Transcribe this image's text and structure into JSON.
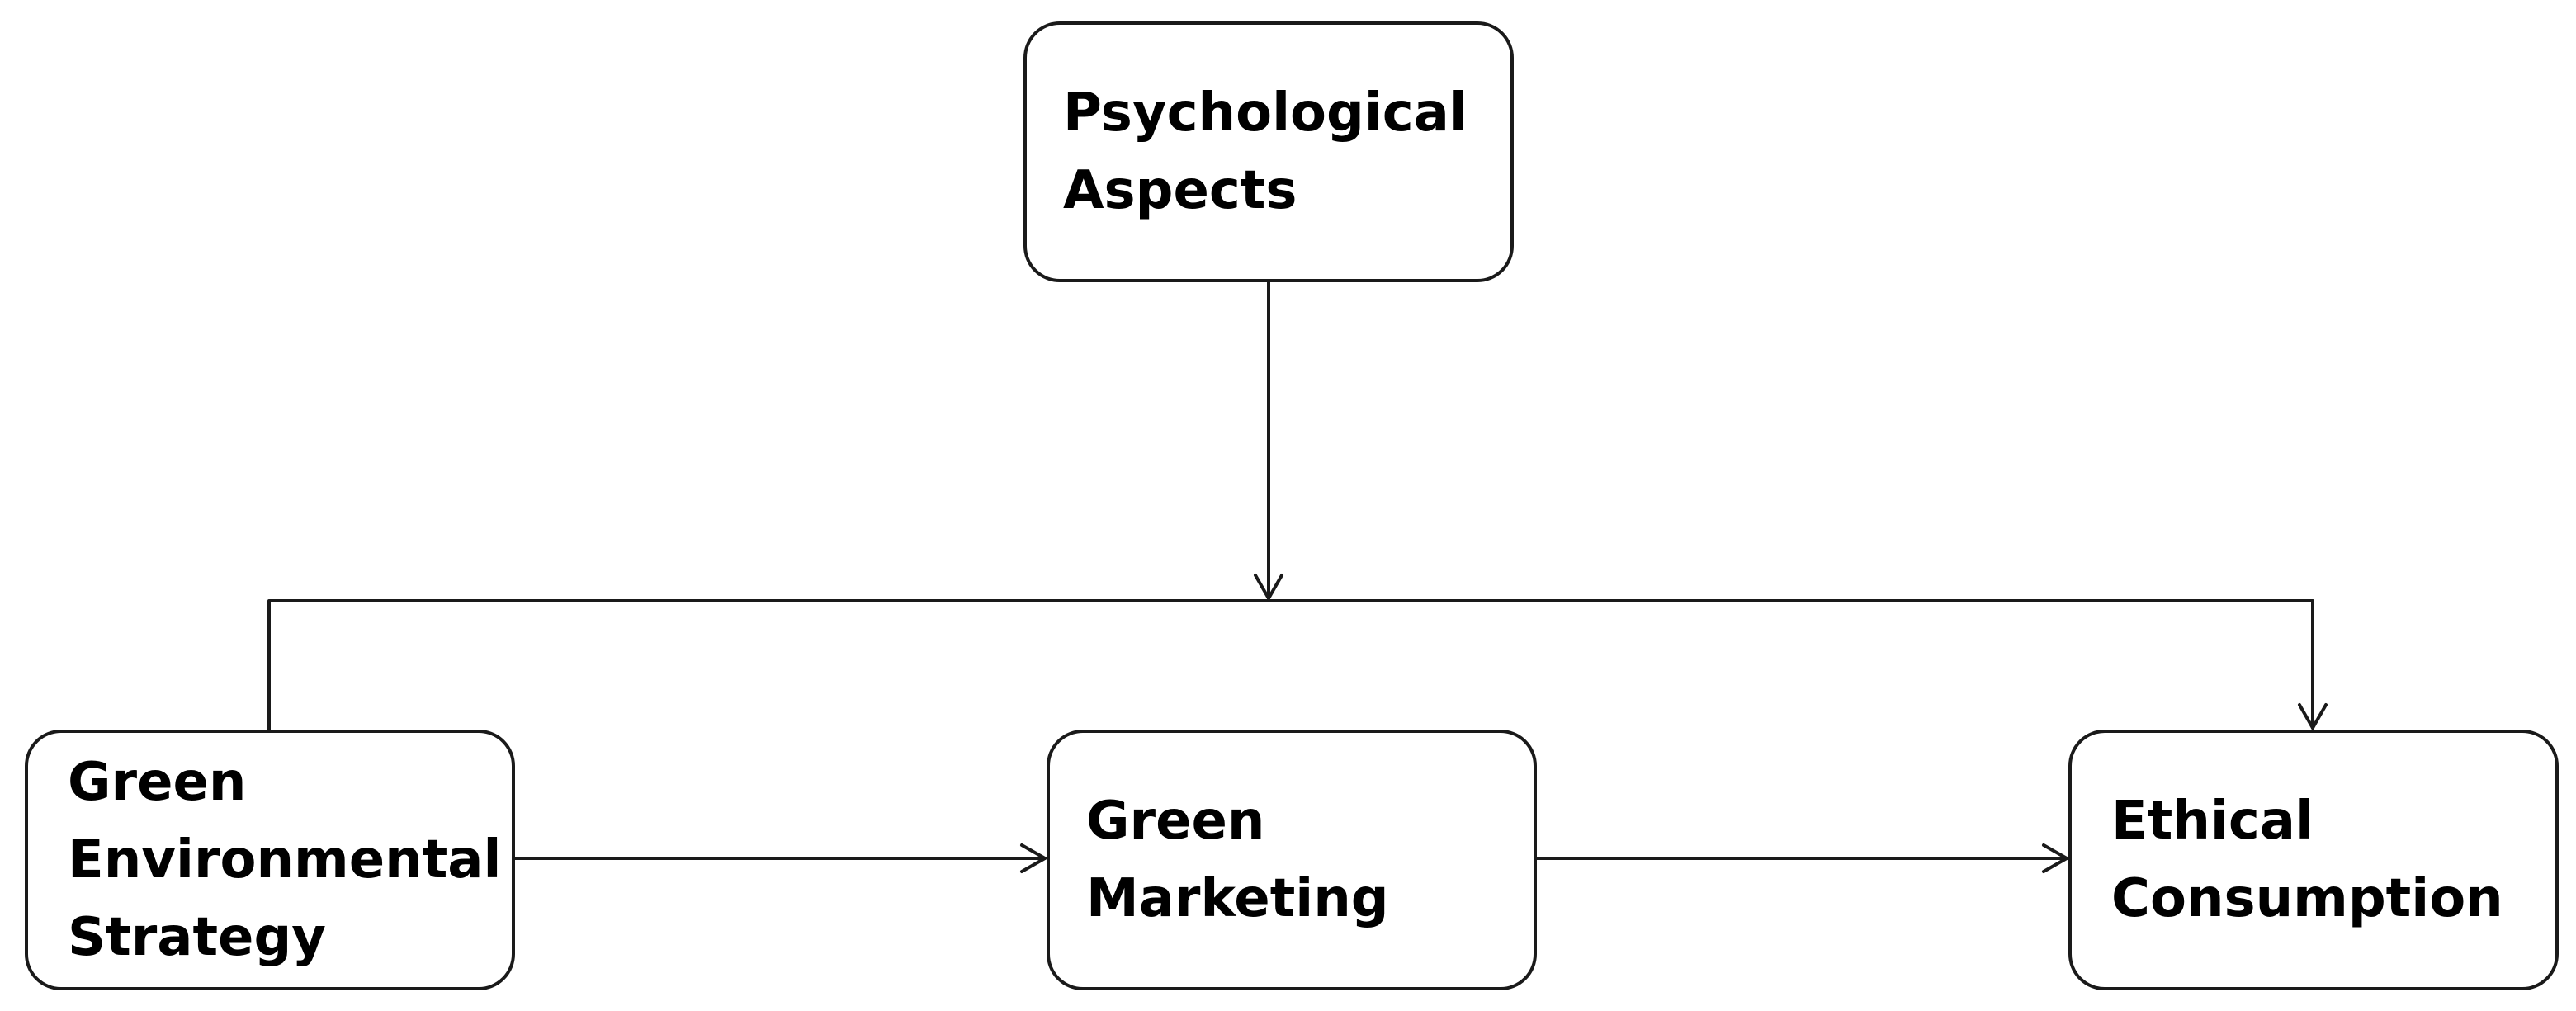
{
  "diagram": {
    "nodes": [
      {
        "id": "psychological-aspects",
        "label": "Psychological\nAspects"
      },
      {
        "id": "green-environmental-strategy",
        "label": "Green\nEnvironmental\nStrategy"
      },
      {
        "id": "green-marketing",
        "label": "Green\nMarketing"
      },
      {
        "id": "ethical-consumption",
        "label": "Ethical\nConsumption"
      }
    ],
    "edges": [
      {
        "from": "psychological-aspects",
        "to": "moderation-line"
      },
      {
        "from": "green-environmental-strategy",
        "to": "ethical-consumption"
      },
      {
        "from": "green-environmental-strategy",
        "to": "green-marketing"
      },
      {
        "from": "green-marketing",
        "to": "ethical-consumption"
      }
    ],
    "colors": {
      "stroke": "#1a1a1a",
      "background": "#ffffff",
      "text": "#000000"
    }
  }
}
